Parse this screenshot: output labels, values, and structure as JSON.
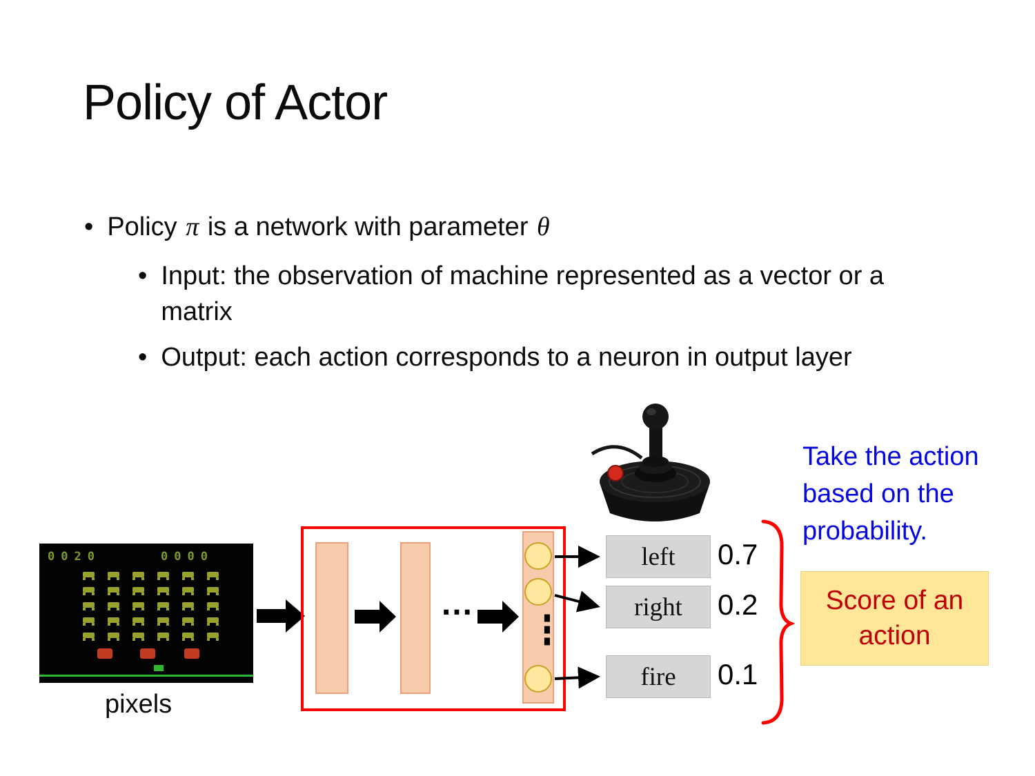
{
  "slide": {
    "title": "Policy of Actor",
    "bullet_char": "•",
    "bullets": {
      "l1_pre": "Policy ",
      "l1_pi": "π",
      "l1_mid": " is a network with parameter ",
      "l1_theta": "θ",
      "sub1": "Input: the observation of machine represented as a vector or a matrix",
      "sub2": "Output: each action corresponds to a neuron in output layer"
    }
  },
  "diagram": {
    "pixels_label": "pixels",
    "ellipsis": "…",
    "vdots": "⋮",
    "game": {
      "score_left": "0020",
      "score_right": "0000"
    },
    "actions": [
      {
        "label": "left",
        "prob": "0.7"
      },
      {
        "label": "right",
        "prob": "0.2"
      },
      {
        "label": "fire",
        "prob": "0.1"
      }
    ],
    "note": "Take the action based on the probability.",
    "score_box": "Score of an action"
  },
  "colors": {
    "network_box_red": "#ff0000",
    "layer_fill": "#f8cbad",
    "layer_border": "#ed9f79",
    "neuron_fill": "#ffe79e",
    "neuron_border": "#c9a227",
    "action_box_fill": "#d6d6d6",
    "note_blue": "#0505e0",
    "score_text_red": "#c00000",
    "score_box_fill": "#ffe699"
  }
}
